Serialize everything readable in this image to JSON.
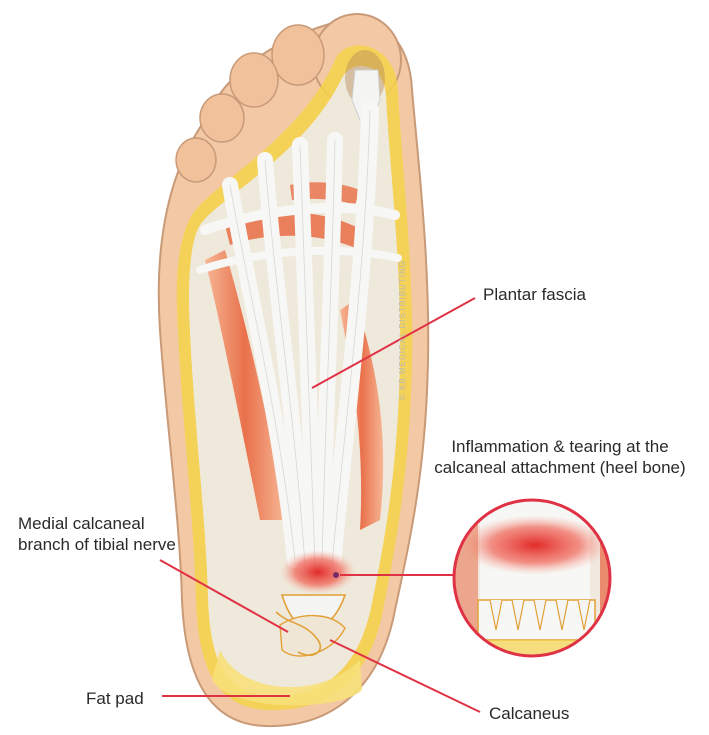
{
  "labels": {
    "plantar_fascia": "Plantar fascia",
    "inflammation_line1": "Inflammation & tearing at the",
    "inflammation_line2": "calcaneal attachment (heel bone)",
    "medial_line1": "Medial calcaneal",
    "medial_line2": "branch of tibial nerve",
    "fat_pad": "Fat pad",
    "calcaneus": "Calcaneus"
  },
  "watermark": "© KB MEDICAL DISTRIBUTING",
  "colors": {
    "skin": "#f2c9a4",
    "skin_outline": "#c99a78",
    "fat_yellow": "#f5d24a",
    "fascia": "#f4f4f2",
    "muscle": "#e8643c",
    "inflammation": "#e0201f",
    "leader_line": "#e03245",
    "bone_outline": "#e2a035",
    "magnifier_ring": "#e03245"
  }
}
